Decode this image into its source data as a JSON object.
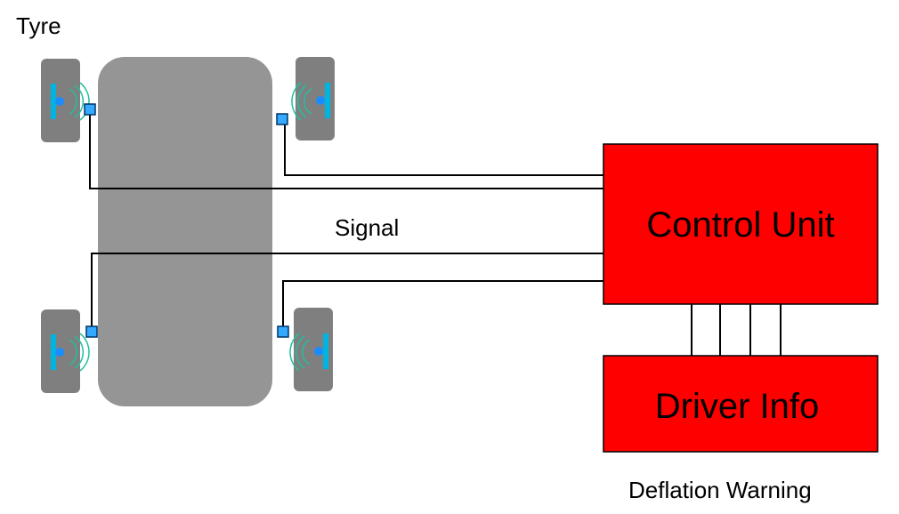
{
  "labels": {
    "tyre": "Tyre",
    "signal": "Signal",
    "deflation_warning": "Deflation Warning"
  },
  "boxes": {
    "control_unit": "Control Unit",
    "driver_info": "Driver Info"
  },
  "colors": {
    "car_body": "#959595",
    "tyre": "#7f7f7f",
    "sensor": "#33aaff",
    "sensor_wave": "#20c0a0",
    "control_unit": "#ff0000",
    "driver_info": "#ff0000",
    "wire": "#000000"
  }
}
